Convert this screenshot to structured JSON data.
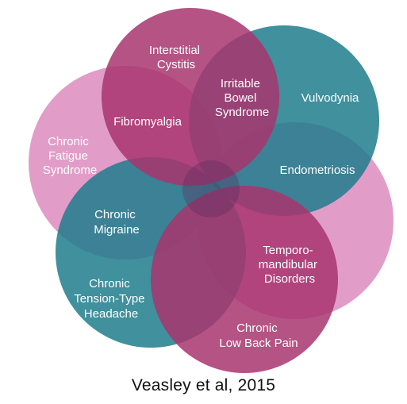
{
  "conditions": {
    "interstitial_cystitis": [
      "Interstitial",
      "Cystitis"
    ],
    "fibromyalgia": [
      "Fibromyalgia"
    ],
    "irritable_bowel_syndrome": [
      "Irritable",
      "Bowel",
      "Syndrome"
    ],
    "vulvodynia": [
      "Vulvodynia"
    ],
    "chronic_fatigue_syndrome": [
      "Chronic",
      "Fatigue",
      "Syndrome"
    ],
    "endometriosis": [
      "Endometriosis"
    ],
    "chronic_migraine": [
      "Chronic",
      "Migraine"
    ],
    "temporomandibular_disorders": [
      "Temporo-",
      "mandibular",
      "Disorders"
    ],
    "chronic_tension_type_headache": [
      "Chronic",
      "Tension-Type",
      "Headache"
    ],
    "chronic_low_back_pain": [
      "Chronic",
      "Low Back Pain"
    ]
  },
  "caption": "Veasley et al, 2015",
  "colors": {
    "magenta": "#a8356e",
    "teal": "#1e7c8c",
    "pink_light": "#dc8cbe",
    "deep_overlap": "#5a2a5c"
  }
}
